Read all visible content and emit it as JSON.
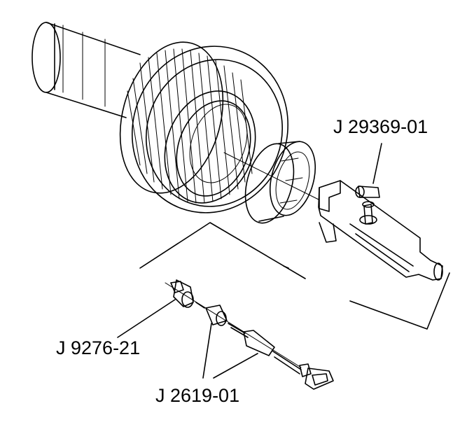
{
  "labels": {
    "tool_a": "J 29369-01",
    "tool_b": "J 9276-21",
    "tool_c": "J 2619-01"
  },
  "colors": {
    "line": "#000000",
    "background": "#ffffff",
    "tool_stipple": "#9a9a9a"
  }
}
